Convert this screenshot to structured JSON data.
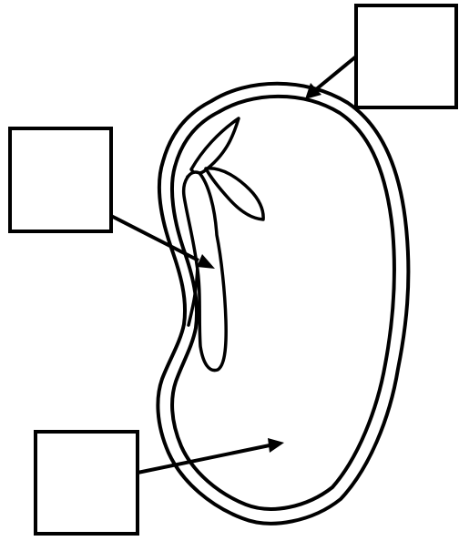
{
  "diagram": {
    "subject": "bean-seed-cross-section",
    "line_color": "#000000",
    "fill_color": "#ffffff",
    "label_boxes": [
      {
        "id": "top-right",
        "text": ""
      },
      {
        "id": "left",
        "text": ""
      },
      {
        "id": "bottom-left",
        "text": ""
      }
    ]
  }
}
